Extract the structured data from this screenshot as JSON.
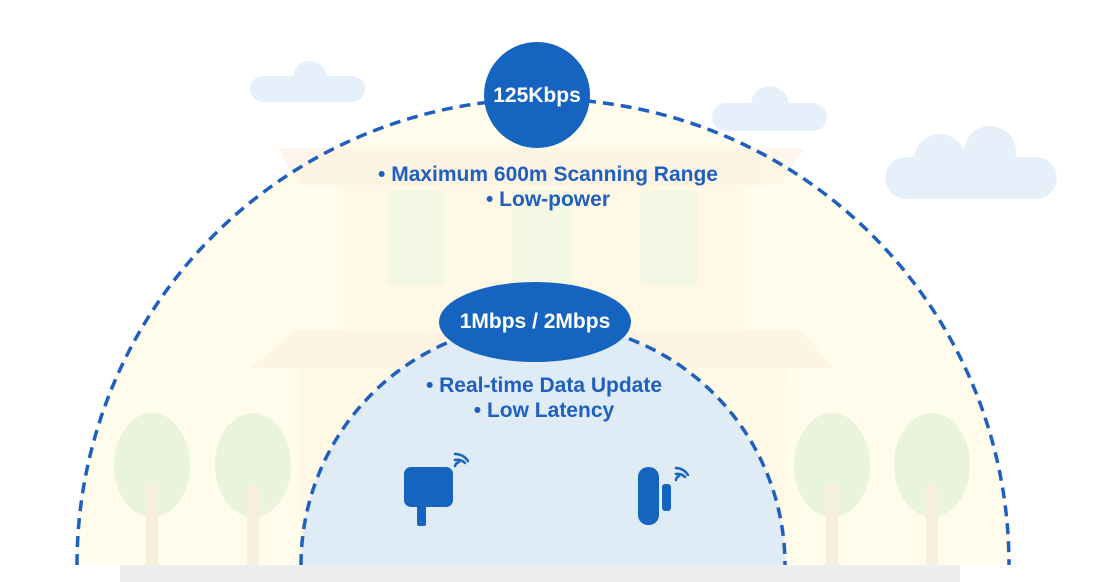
{
  "colors": {
    "primary": "#1565c0",
    "text": "#1f5fbf",
    "outer_zone": "#fffcec",
    "inner_zone": "#dbe9f7",
    "ground": "#eeeeee"
  },
  "outer_zone": {
    "badge": "125Kbps",
    "features": [
      "• Maximum 600m Scanning Range",
      "• Low-power"
    ]
  },
  "inner_zone": {
    "badge": "1Mbps / 2Mbps",
    "features": [
      "• Real-time Data Update",
      "• Low Latency"
    ]
  },
  "devices": [
    {
      "icon": "wireless-sensor-icon"
    },
    {
      "icon": "door-sensor-icon"
    }
  ]
}
